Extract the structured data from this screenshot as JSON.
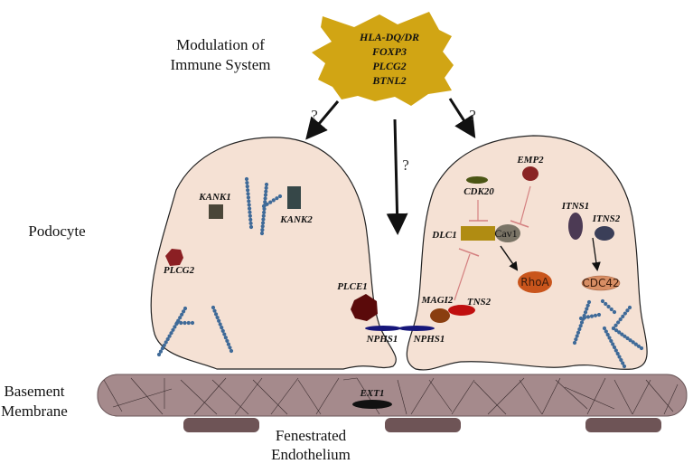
{
  "diagram": {
    "title_labels": {
      "immune": [
        "Modulation of",
        "Immune System"
      ],
      "podocyte": "Podocyte",
      "basement": [
        "Basement",
        "Membrane"
      ],
      "endothelium": [
        "Fenestrated",
        "Endothelium"
      ]
    },
    "immune_genes": [
      "HLA-DQ/DR",
      "FOXP3",
      "PLCG2",
      "BTNL2"
    ],
    "question_mark": "?",
    "left_cell": {
      "labels": {
        "kank1": "KANK1",
        "kank2": "KANK2",
        "plcg2": "PLCG2",
        "plce1": "PLCE1",
        "nphs1": "NPHS1"
      }
    },
    "right_cell": {
      "labels": {
        "cdk20": "CDK20",
        "emp2": "EMP2",
        "dlc1": "DLC1",
        "cav1": "Cav1",
        "rhoa": "RhoA",
        "itns1": "ITNS1",
        "itns2": "ITNS2",
        "cdc42": "CDC42",
        "magi2": "MAGI2",
        "tns2": "TNS2",
        "nphs1": "NPHS1"
      }
    },
    "membrane": {
      "ext1": "EXT1"
    },
    "colors": {
      "cell_fill": "#f5e1d4",
      "immune_star": "#d1a514",
      "membrane": "#a58a8c",
      "endothelium": "#6e5456",
      "actin": "#3f6a98",
      "inhibit_line": "#d48080",
      "kank": "#4a4638",
      "kank2": "#364748",
      "plcg2": "#8b1f23",
      "plce1": "#5a0a0a",
      "nphs1": "#16167a",
      "cdk20": "#4b5514",
      "emp2": "#8a2424",
      "dlc1": "#b08c12",
      "cav1": "#7a7466",
      "rhoa": "#c9551c",
      "itns1": "#4c3a54",
      "itns2": "#3a3e58",
      "cdc42": "#d88e64",
      "magi2": "#8a3e10",
      "tns2": "#c00f0f",
      "ext1": "#111111"
    }
  }
}
